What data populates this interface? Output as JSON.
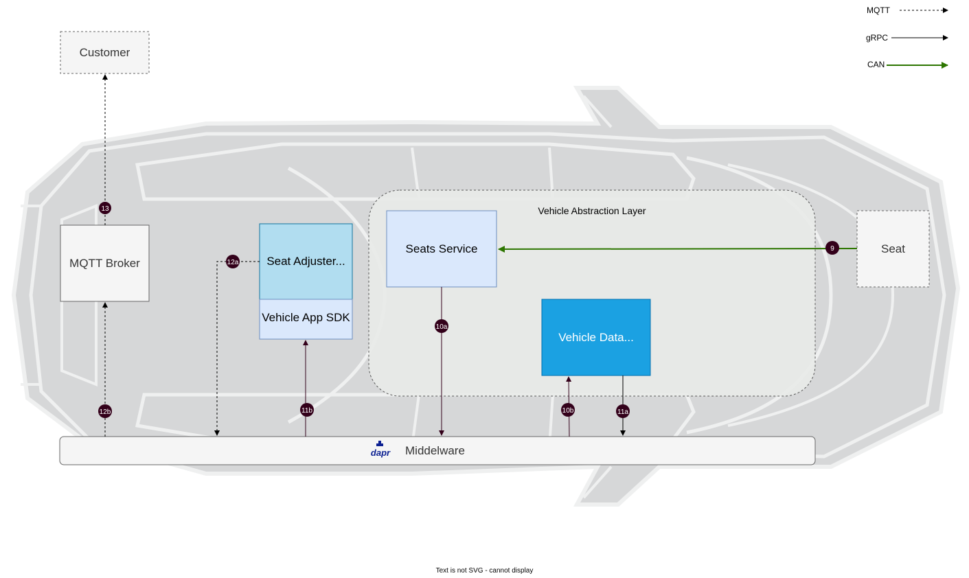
{
  "legend": {
    "mqtt": "MQTT",
    "grpc": "gRPC",
    "can": "CAN"
  },
  "colors": {
    "grpc_line": "#33001a",
    "can_line": "#2d7600",
    "badge_fill": "#33001a",
    "vehicle_data_fill": "#1ba1e2",
    "seat_adjuster_fill": "#b1ddf0",
    "sdk_fill": "#dae8fc",
    "seats_service_fill": "#dae8fc",
    "val_fill": "#e8eae8"
  },
  "nodes": {
    "customer": "Customer",
    "mqtt_broker": "MQTT Broker",
    "seat_adjuster": "Seat Adjuster...",
    "vehicle_app_sdk": "Vehicle App SDK",
    "vehicle_abstraction_layer": "Vehicle Abstraction Layer",
    "seats_service": "Seats Service",
    "vehicle_data": "Vehicle Data...",
    "seat": "Seat",
    "middleware": "Middelware",
    "dapr_logo": "dapr"
  },
  "steps": {
    "s9": "9",
    "s10a": "10a",
    "s10b": "10b",
    "s11a": "11a",
    "s11b": "11b",
    "s12a": "12a",
    "s12b": "12b",
    "s13": "13"
  },
  "footer": "Text is not SVG - cannot display"
}
